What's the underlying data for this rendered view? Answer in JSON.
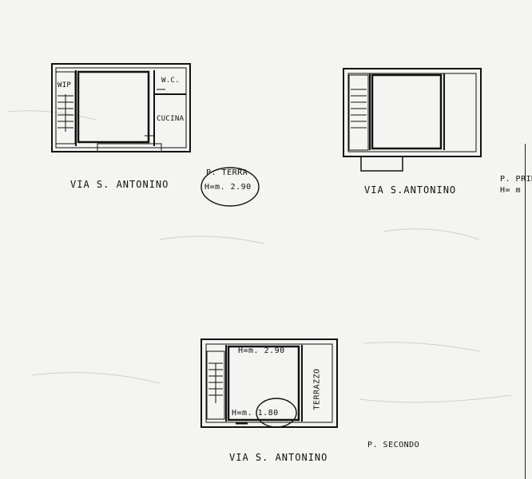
{
  "plans": [
    {
      "id": "ground",
      "street": "VIA S. ANTONINO",
      "floor": "P. TERRA",
      "height": "H=m. 2.90",
      "rooms": [
        "W.C.",
        "CUCINA"
      ],
      "stair_label": "WIP"
    },
    {
      "id": "first",
      "street": "VIA S.ANTONINO",
      "floor": "P. PRIM",
      "height": "H= m"
    },
    {
      "id": "second",
      "street": "VIA S. ANTONINO",
      "floor": "P. SECONDO",
      "height_top": "H=m. 2.90",
      "height_low": "H=m. 1.80",
      "rooms": [
        "TERRAZZO"
      ]
    }
  ]
}
